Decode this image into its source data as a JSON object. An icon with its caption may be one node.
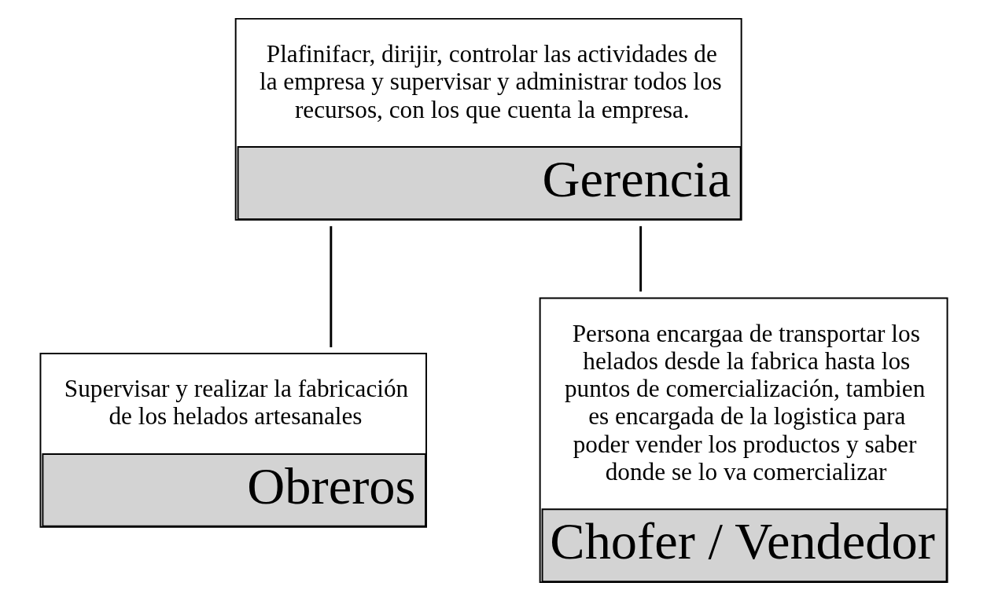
{
  "diagram": {
    "nodes": [
      {
        "text": [
          "Plafinifacr, dirijir, controlar las actividades de la empresa y supervisar y administrar todos los recursos, con los que cuenta la empresa.",
          "Gerencia"
        ]
      },
      {
        "text": [
          "Supervisar y realizar la fabricación de los helados artesanales",
          "Obreros"
        ]
      },
      {
        "text": [
          "Persona encargaa de transportar los helados desde la fabrica hasta los puntos de comercialización, tambien es encargada de la logistica para poder vender los productos y saber donde se lo va comercializar",
          "Chofer / Vendedor"
        ]
      }
    ],
    "edges": [
      {
        "from": 0,
        "to": 1,
        "arrow": "none"
      },
      {
        "from": 0,
        "to": 2,
        "arrow": "none"
      }
    ]
  }
}
